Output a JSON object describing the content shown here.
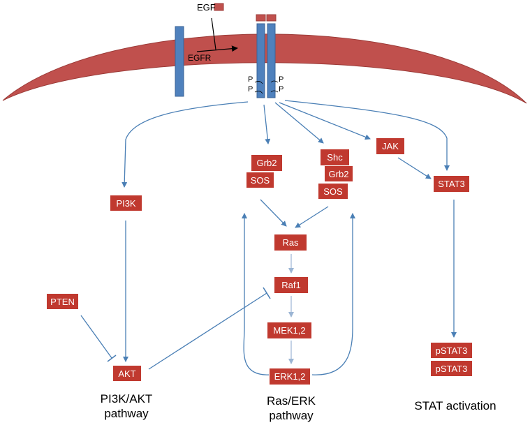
{
  "colors": {
    "membrane": "#c0504d",
    "membrane_stroke": "#9b3b38",
    "receptor": "#4f81bd",
    "receptor_stroke": "#3b6496",
    "node": "#c0392f",
    "arrow": "#4a7fb5",
    "arrow_light": "#9bb5d4"
  },
  "labels": {
    "egf": "EGF",
    "egfr": "EGFR",
    "phospho": "P"
  },
  "nodes": {
    "pi3k": "PI3K",
    "akt": "AKT",
    "pten": "PTEN",
    "grb2_a": "Grb2",
    "sos_a": "SOS",
    "shc": "Shc",
    "grb2_b": "Grb2",
    "sos_b": "SOS",
    "ras": "Ras",
    "raf1": "Raf1",
    "mek": "MEK1,2",
    "erk": "ERK1,2",
    "jak": "JAK",
    "stat3": "STAT3",
    "pstat3_a": "pSTAT3",
    "pstat3_b": "pSTAT3"
  },
  "captions": {
    "pi3k_line1": "PI3K/AKT",
    "pi3k_line2": "pathway",
    "ras_line1": "Ras/ERK",
    "ras_line2": "pathway",
    "stat": "STAT activation"
  }
}
